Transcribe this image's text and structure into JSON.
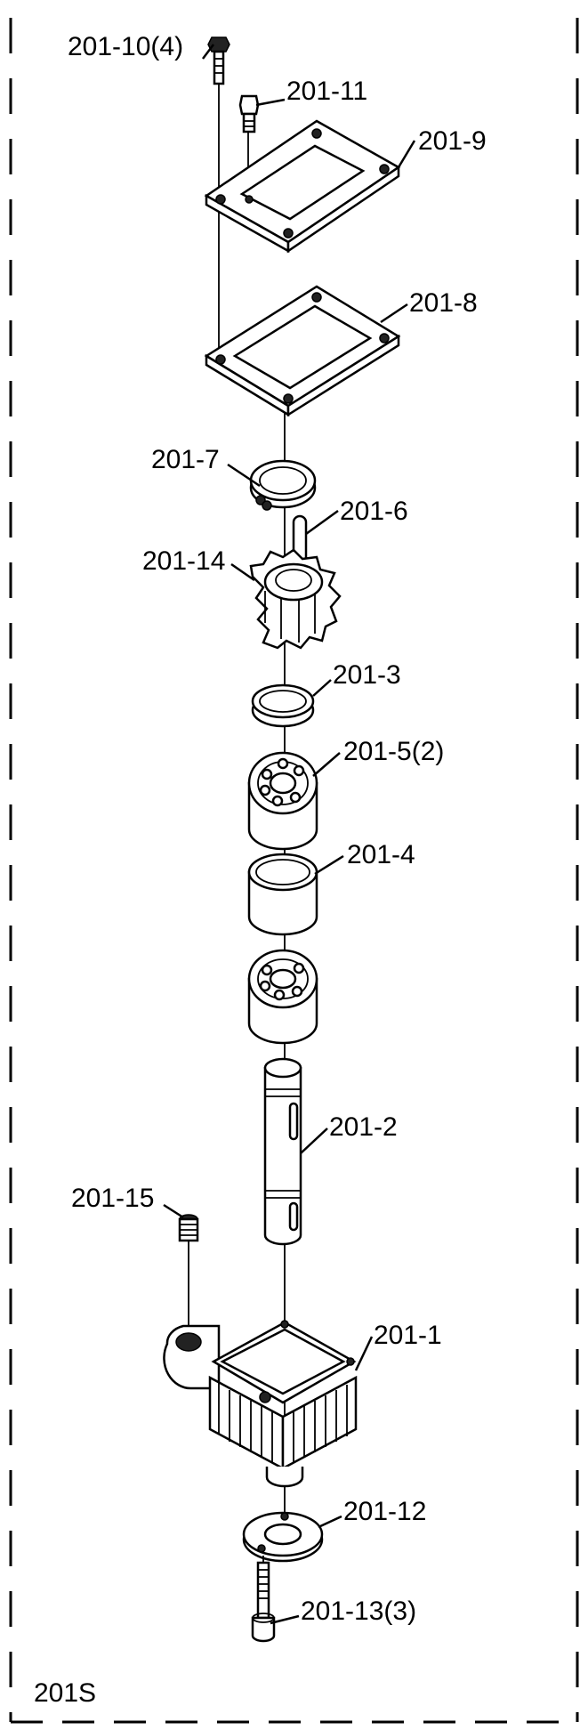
{
  "diagram": {
    "assembly_id": "201S",
    "labels": {
      "p201_10": "201-10(4)",
      "p201_11": "201-11",
      "p201_9": "201-9",
      "p201_8": "201-8",
      "p201_7": "201-7",
      "p201_6": "201-6",
      "p201_14": "201-14",
      "p201_3": "201-3",
      "p201_5": "201-5(2)",
      "p201_4": "201-4",
      "p201_2": "201-2",
      "p201_15": "201-15",
      "p201_1": "201-1",
      "p201_12": "201-12",
      "p201_13": "201-13(3)"
    }
  }
}
